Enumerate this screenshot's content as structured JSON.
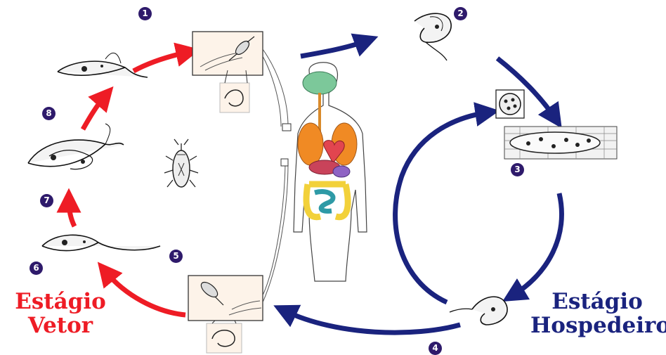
{
  "labels": {
    "vector_stage": [
      "Estágio",
      "Vetor"
    ],
    "host_stage": [
      "Estágio",
      "Hospedeiro"
    ]
  },
  "steps": [
    "1",
    "2",
    "3",
    "4",
    "5",
    "6",
    "7",
    "8"
  ],
  "colors": {
    "vector": "#ee1c25",
    "host": "#1a237e",
    "step_badge": "#2e1a6b",
    "box_fill": "#fdf3e9"
  }
}
